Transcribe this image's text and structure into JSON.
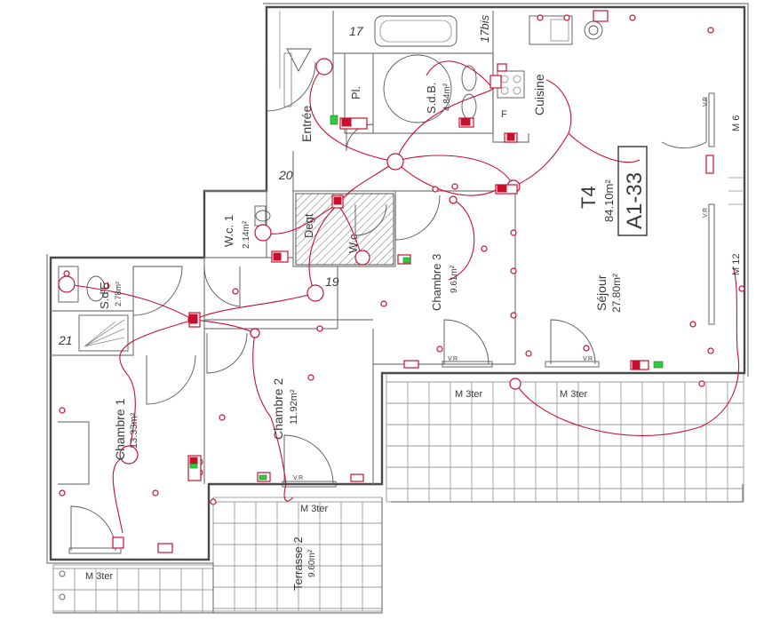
{
  "plan": {
    "unit_type": "T4",
    "unit_area": "84.10m²",
    "unit_ref": "A1-33",
    "stair_numbers": [
      "17",
      "17bis",
      "20",
      "19",
      "21"
    ],
    "rooms": {
      "entree": "Entrée",
      "placard": "Pl.",
      "sdb": "S.d.B.",
      "sdb_area": "4.84m²",
      "cuisine": "Cuisine",
      "wc": "W.c. 1",
      "wc_area": "2.14m²",
      "degt": "Degt",
      "wc2": "W.c",
      "sde": "S.d'E",
      "sde_area": "2.78m²",
      "chambre3": "Chambre 3",
      "chambre3_area": "9.61m²",
      "sejour": "Séjour",
      "sejour_area": "27.80m²",
      "chambre2": "Chambre 2",
      "chambre2_area": "11.92m²",
      "chambre1": "Chambre 1",
      "chambre1_area": "13.33m²",
      "terrasse2": "Terrasse 2",
      "terrasse2_area": "9.60m²",
      "F": "F"
    },
    "window_labels": {
      "m6": "M 6",
      "m12": "M 12",
      "m3ter_1": "M 3ter",
      "m3ter_2": "M 3ter",
      "m3ter_3": "M 3ter",
      "m3ter_4": "M 3ter",
      "vr": "V.R"
    }
  }
}
